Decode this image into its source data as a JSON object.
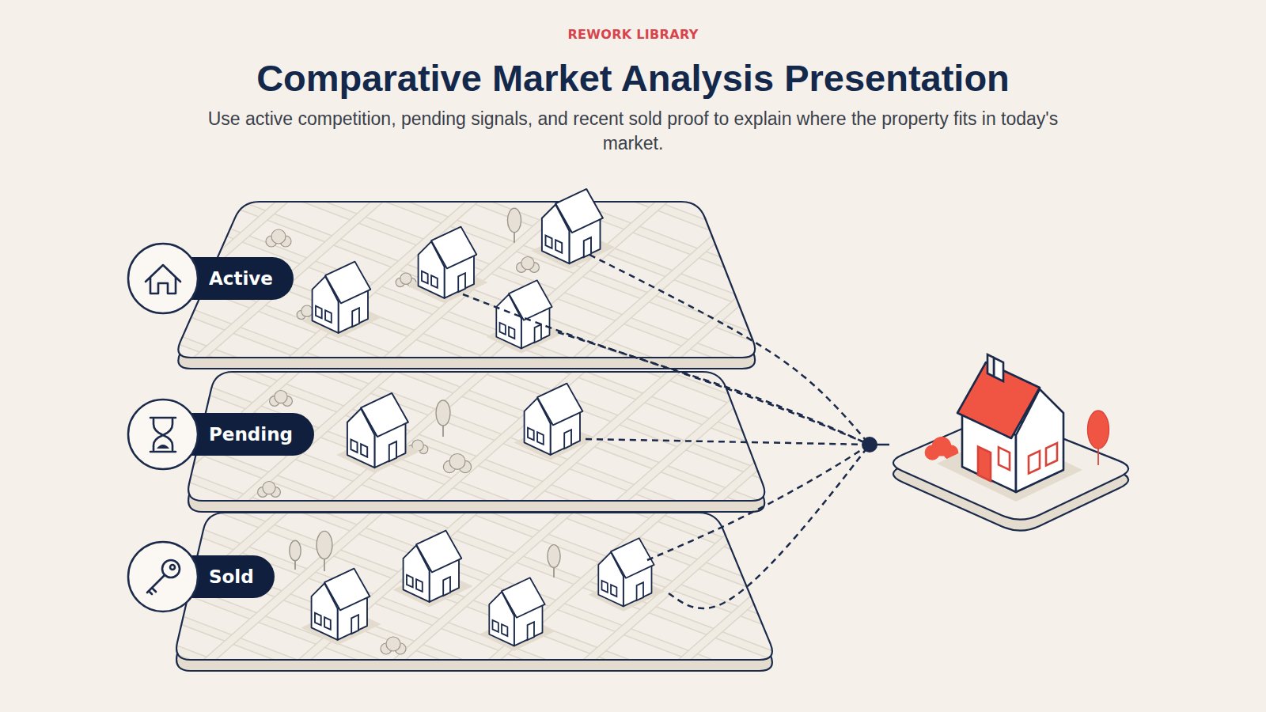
{
  "diagram": {
    "title": "Comparative Market Analysis Presentation",
    "caption": "Use active competition, pending signals, and recent sold proof to explain where the property fits in today's market.",
    "nodes": [
      {
        "text": [
          "Active"
        ]
      },
      {
        "text": [
          "Pending"
        ]
      },
      {
        "text": [
          "Sold"
        ]
      }
    ],
    "labels": [
      "REWORK LIBRARY"
    ]
  }
}
